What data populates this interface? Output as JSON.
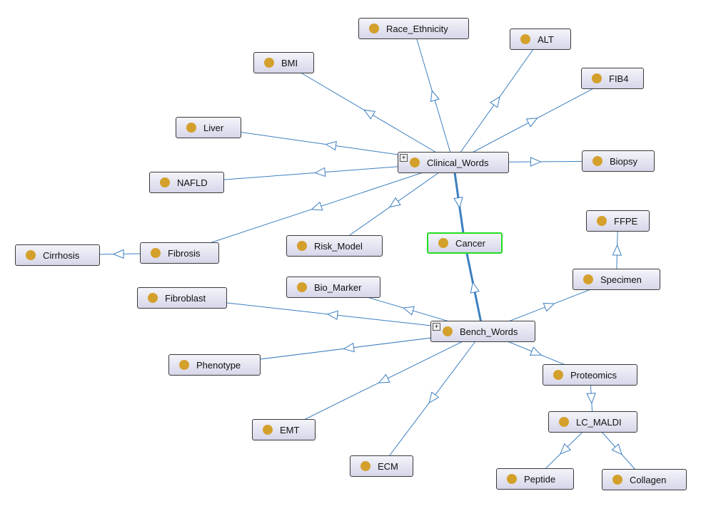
{
  "graph": {
    "nodes": [
      {
        "id": "race",
        "label": "Race_Ethnicity"
      },
      {
        "id": "alt",
        "label": "ALT"
      },
      {
        "id": "bmi",
        "label": "BMI"
      },
      {
        "id": "fib4",
        "label": "FIB4"
      },
      {
        "id": "liver",
        "label": "Liver"
      },
      {
        "id": "clinical",
        "label": "Clinical_Words",
        "expandable": true
      },
      {
        "id": "biopsy",
        "label": "Biopsy"
      },
      {
        "id": "nafld",
        "label": "NAFLD"
      },
      {
        "id": "ffpe",
        "label": "FFPE"
      },
      {
        "id": "cancer",
        "label": "Cancer",
        "selected": true
      },
      {
        "id": "risk",
        "label": "Risk_Model"
      },
      {
        "id": "cirrhosis",
        "label": "Cirrhosis"
      },
      {
        "id": "fibrosis",
        "label": "Fibrosis"
      },
      {
        "id": "specimen",
        "label": "Specimen"
      },
      {
        "id": "biomarker",
        "label": "Bio_Marker"
      },
      {
        "id": "fibroblast",
        "label": "Fibroblast"
      },
      {
        "id": "bench",
        "label": "Bench_Words",
        "expandable": true
      },
      {
        "id": "phenotype",
        "label": "Phenotype"
      },
      {
        "id": "proteomics",
        "label": "Proteomics"
      },
      {
        "id": "lcmaldi",
        "label": "LC_MALDI"
      },
      {
        "id": "emt",
        "label": "EMT"
      },
      {
        "id": "ecm",
        "label": "ECM"
      },
      {
        "id": "peptide",
        "label": "Peptide"
      },
      {
        "id": "collagen",
        "label": "Collagen"
      }
    ],
    "edges": [
      {
        "from": "clinical",
        "to": "race"
      },
      {
        "from": "clinical",
        "to": "alt"
      },
      {
        "from": "clinical",
        "to": "bmi"
      },
      {
        "from": "clinical",
        "to": "fib4"
      },
      {
        "from": "clinical",
        "to": "liver"
      },
      {
        "from": "clinical",
        "to": "biopsy"
      },
      {
        "from": "clinical",
        "to": "nafld"
      },
      {
        "from": "clinical",
        "to": "fibrosis"
      },
      {
        "from": "clinical",
        "to": "risk"
      },
      {
        "from": "clinical",
        "to": "cancer",
        "emphasis": true
      },
      {
        "from": "bench",
        "to": "cancer",
        "emphasis": true
      },
      {
        "from": "fibrosis",
        "to": "cirrhosis"
      },
      {
        "from": "bench",
        "to": "biomarker"
      },
      {
        "from": "bench",
        "to": "fibroblast"
      },
      {
        "from": "bench",
        "to": "phenotype"
      },
      {
        "from": "bench",
        "to": "emt"
      },
      {
        "from": "bench",
        "to": "ecm"
      },
      {
        "from": "bench",
        "to": "specimen"
      },
      {
        "from": "bench",
        "to": "proteomics"
      },
      {
        "from": "specimen",
        "to": "ffpe"
      },
      {
        "from": "proteomics",
        "to": "lcmaldi"
      },
      {
        "from": "lcmaldi",
        "to": "peptide"
      },
      {
        "from": "lcmaldi",
        "to": "collagen"
      }
    ],
    "colors": {
      "edge": "#3d7fc0",
      "class_dot": "#d4a02c",
      "selected_border": "#22dd22"
    }
  }
}
